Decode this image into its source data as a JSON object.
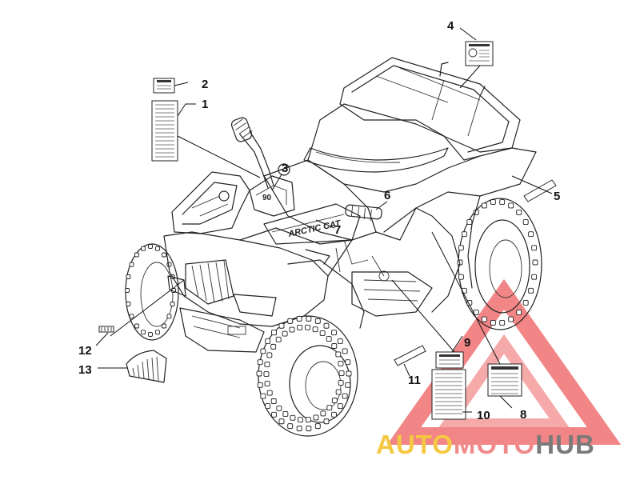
{
  "diagram": {
    "callouts": [
      {
        "id": "1",
        "text": "1"
      },
      {
        "id": "2",
        "text": "2"
      },
      {
        "id": "3",
        "text": "3"
      },
      {
        "id": "4",
        "text": "4"
      },
      {
        "id": "5",
        "text": "5"
      },
      {
        "id": "6",
        "text": "6"
      },
      {
        "id": "7",
        "text": "7"
      },
      {
        "id": "8",
        "text": "8"
      },
      {
        "id": "9",
        "text": "9"
      },
      {
        "id": "10",
        "text": "10"
      },
      {
        "id": "11",
        "text": "11"
      },
      {
        "id": "12",
        "text": "12"
      },
      {
        "id": "13",
        "text": "13"
      }
    ],
    "fender_decal_text": "ARCTIC CAT",
    "badge_text": "90"
  },
  "watermark": {
    "part1": "AUTO",
    "part2": "MOTO",
    "part3": "HUB",
    "colors": {
      "part1": "#f5c842",
      "part2": "#f08a8a",
      "part3": "#7a7a7a",
      "triangle": "#f07070"
    }
  }
}
